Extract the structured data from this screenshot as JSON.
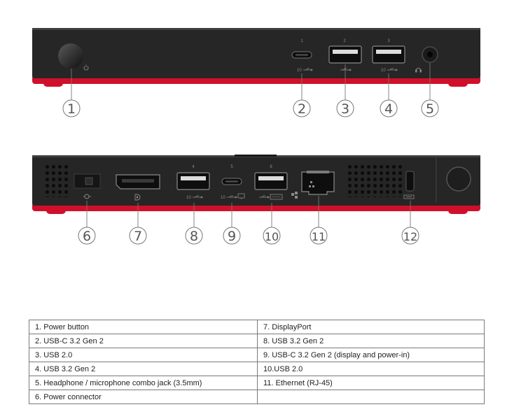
{
  "colors": {
    "chassis": "#262626",
    "chassis_top": "#3a3a3a",
    "accent_red": "#d0102a",
    "port_face": "#111111",
    "usb_blue_insert": "#e9e9e9",
    "callout": "#6e6e6e"
  },
  "front_view": {
    "port_numbers": [
      "1",
      "2",
      "3"
    ],
    "port_symbols": [
      "10",
      "10"
    ],
    "callouts": [
      "1",
      "2",
      "3",
      "4",
      "5"
    ]
  },
  "rear_view": {
    "port_numbers": [
      "4",
      "5",
      "6"
    ],
    "port_symbols": [
      "10",
      "10"
    ],
    "callouts": [
      "6",
      "7",
      "8",
      "9",
      "10",
      "11",
      "12"
    ]
  },
  "legend": {
    "rows": [
      [
        "1.  Power button",
        "7.  DisplayPort"
      ],
      [
        "2.  USB-C 3.2 Gen 2",
        "8.  USB 3.2 Gen 2"
      ],
      [
        "3.  USB 2.0",
        "9.  USB-C 3.2 Gen 2 (display and power-in)"
      ],
      [
        "4.  USB 3.2 Gen 2",
        "10.USB 2.0"
      ],
      [
        "5.  Headphone / microphone combo jack (3.5mm)",
        "11.  Ethernet (RJ-45)"
      ],
      [
        "6.  Power connector",
        ""
      ]
    ]
  }
}
